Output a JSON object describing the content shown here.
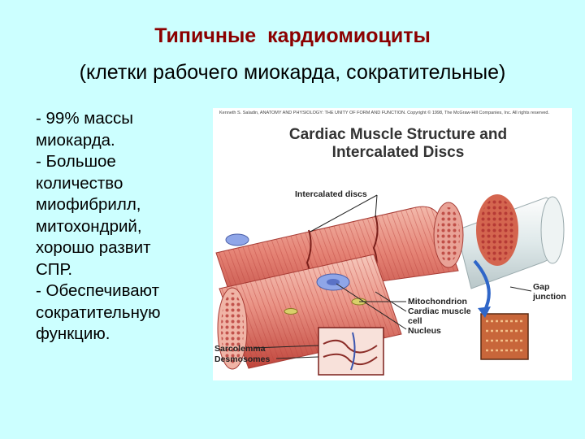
{
  "slide": {
    "title": "Типичные  кардиомиоциты",
    "subtitle": "(клетки рабочего миокарда, сократительные)",
    "bullets": [
      "- 99% массы",
      "миокарда.",
      "- Большое",
      "количество",
      "миофибрилл,",
      "митохондрий,",
      "хорошо развит",
      "СПР.",
      "- Обеспечивают",
      "сократительную",
      "функцию."
    ]
  },
  "figure": {
    "credit": "Kenneth S. Saladin, ANATOMY AND PHYSIOLOGY: THE UNITY OF FORM AND FUNCTION. Copyright © 1998, The McGraw-Hill Companies, Inc. All rights reserved.",
    "title_line1": "Cardiac Muscle Structure and",
    "title_line2": "Intercalated Discs",
    "labels": {
      "intercalated_discs": "Intercalated discs",
      "gap_junction_1": "Gap",
      "gap_junction_2": "junction",
      "mitochondrion": "Mitochondrion",
      "cardiac_muscle_cell_1": "Cardiac muscle",
      "cardiac_muscle_cell_2": "cell",
      "nucleus": "Nucleus",
      "sarcolemma": "Sarcolemma",
      "desmosomes": "Desmosomes"
    },
    "colors": {
      "muscle": "#e8857a",
      "muscle_dark": "#c0463c",
      "muscle_light": "#f5c3b8",
      "nucleus": "#8fa6e8",
      "arrow": "#2f66c8",
      "tube": "#e3eef0"
    }
  }
}
